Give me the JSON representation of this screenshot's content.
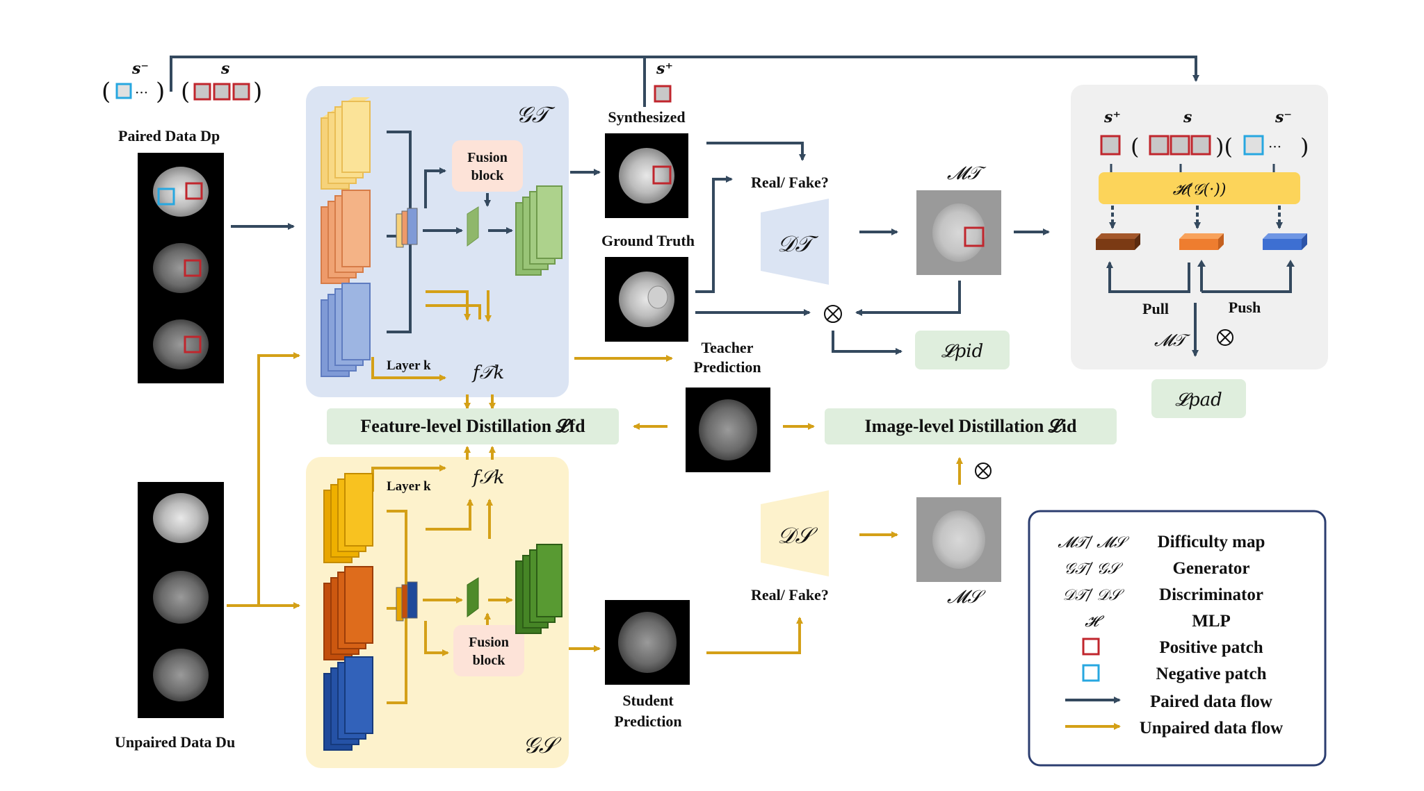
{
  "colors": {
    "paired_flow": "#34495e",
    "unpaired_flow": "#d4a017",
    "teacher_panel": "#dbe4f3",
    "student_panel": "#fdf2cc",
    "distill_box": "#dfeedd",
    "fusion_block": "#fde3d8",
    "mlp_bar": "#fcd45a",
    "positive_patch": "#c0262d",
    "negative_patch": "#27a7e0"
  },
  "labels": {
    "s_minus": "s⁻",
    "s": "s",
    "s_plus": "s⁺",
    "ellipsis": "···",
    "paired_data": "Paired Data Dp",
    "unpaired_data": "Unpaired Data Du",
    "synthesized": "Synthesized",
    "ground_truth": "Ground Truth",
    "teacher_prediction_1": "Teacher",
    "teacher_prediction_2": "Prediction",
    "student_prediction_1": "Student",
    "student_prediction_2": "Prediction",
    "fusion_line1": "Fusion",
    "fusion_line2": "block",
    "layer_k": "Layer k",
    "real_fake": "Real/ Fake?",
    "pull": "Pull",
    "push": "Push",
    "feature_distill": "Feature-level Distillation 𝓛fd",
    "image_distill": "Image-level Distillation 𝓛id",
    "gen_teacher": "𝒢𝒯",
    "gen_student": "𝒢𝒮",
    "disc_teacher": "𝒟𝒯",
    "disc_student": "𝒟𝒮",
    "map_teacher": "𝓜𝒯",
    "map_student": "𝓜𝒮",
    "feat_teacher": "f𝒯k",
    "feat_student": "f𝒮k",
    "loss_pid": "𝓛pid",
    "loss_pad": "𝓛pad",
    "mlp_formula": "𝓗(𝒢(·))",
    "otimes": "⊗"
  },
  "legend": {
    "items": [
      {
        "symbol": "𝓜𝒯/ 𝓜𝒮",
        "text": "Difficulty map"
      },
      {
        "symbol": "𝒢𝒯/ 𝒢𝒮",
        "text": "Generator"
      },
      {
        "symbol": "𝒟𝒯/ 𝒟𝒮",
        "text": "Discriminator"
      },
      {
        "symbol": "𝓗",
        "text": "MLP"
      },
      {
        "symbol": "",
        "text": "Positive patch"
      },
      {
        "symbol": "",
        "text": "Negative patch"
      },
      {
        "symbol": "",
        "text": "Paired data flow"
      },
      {
        "symbol": "",
        "text": "Unpaired data flow"
      }
    ]
  }
}
